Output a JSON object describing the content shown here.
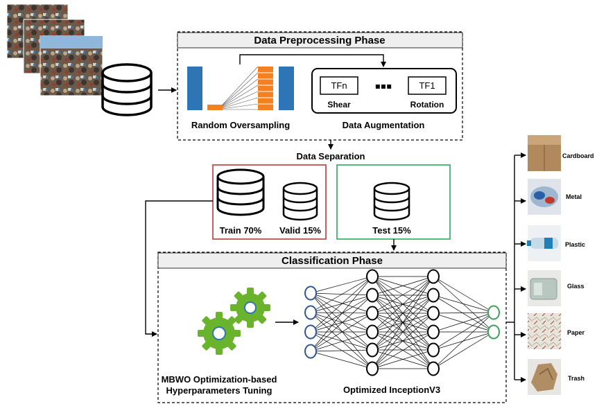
{
  "preprocessing": {
    "title": "Data Preprocessing Phase",
    "oversampling_label": "Random Oversampling",
    "augmentation_label": "Data Augmentation",
    "tf_first": "TFn",
    "tf_dots": "▪▪▪",
    "tf_last": "TF1",
    "shear_label": "Shear",
    "rotation_label": "Rotation"
  },
  "separation": {
    "title": "Data Separation",
    "train_label": "Train 70%",
    "valid_label": "Valid 15%",
    "test_label": "Test 15%"
  },
  "classification": {
    "title": "Classification Phase",
    "tuning_label_line1": "MBWO Optimization-based",
    "tuning_label_line2": "Hyperparameters Tuning",
    "model_label": "Optimized InceptionV3"
  },
  "classes": [
    "Cardboard",
    "Metal",
    "Plastic",
    "Glass",
    "Paper",
    "Trash"
  ],
  "colors": {
    "bar_blue": "#2e75b6",
    "bar_orange": "#f4801f",
    "train_box": "#c0504d",
    "test_box": "#3cb371",
    "gear_green": "#6ab42d",
    "neuron_blue": "#2f5597",
    "neuron_green": "#3aa05a"
  }
}
